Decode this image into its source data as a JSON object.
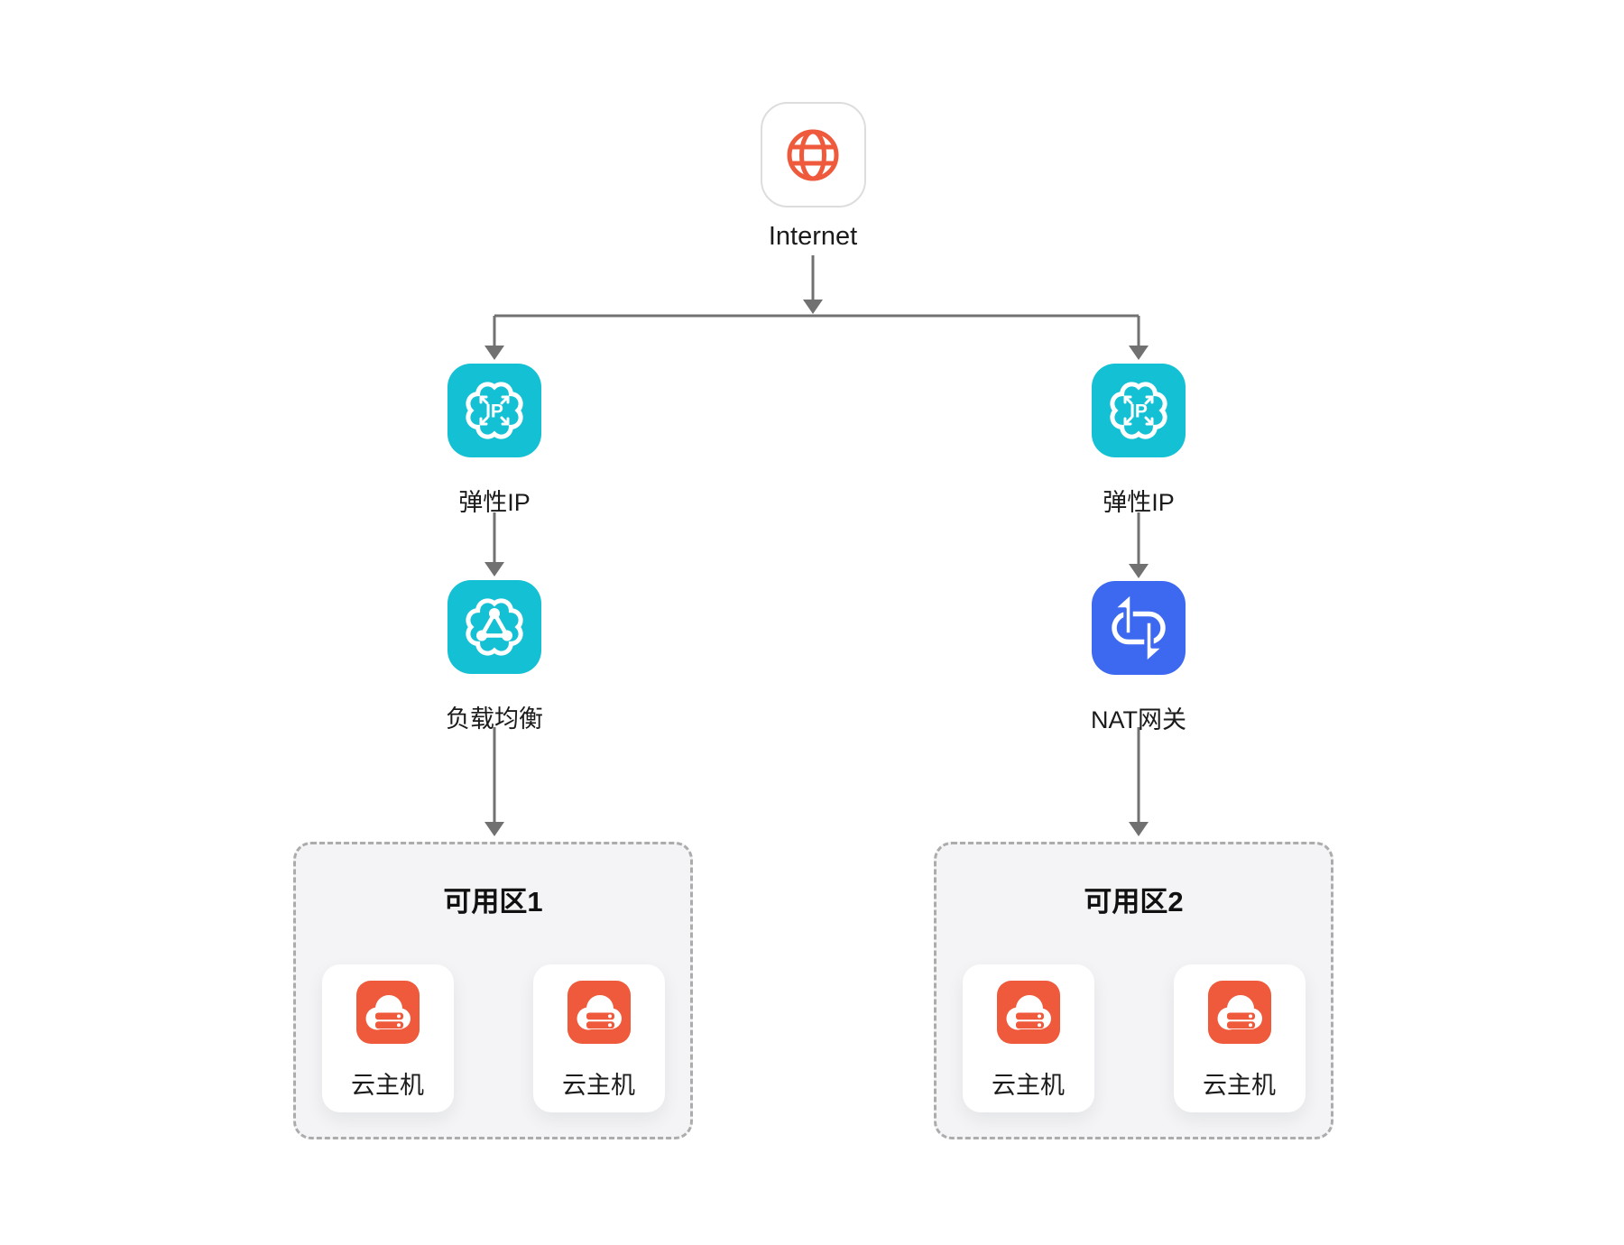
{
  "nodes": {
    "internet": {
      "label": "Internet"
    },
    "eip_left": {
      "label": "弹性IP"
    },
    "eip_right": {
      "label": "弹性IP"
    },
    "load_balancer": {
      "label": "负载均衡"
    },
    "nat_gateway": {
      "label": "NAT网关"
    }
  },
  "zones": [
    {
      "title": "可用区1",
      "hosts": [
        "云主机",
        "云主机"
      ]
    },
    {
      "title": "可用区2",
      "hosts": [
        "云主机",
        "云主机"
      ]
    }
  ],
  "edges": [
    {
      "from": "internet",
      "to": "eip_left"
    },
    {
      "from": "internet",
      "to": "eip_right"
    },
    {
      "from": "eip_left",
      "to": "load_balancer"
    },
    {
      "from": "eip_right",
      "to": "nat_gateway"
    },
    {
      "from": "load_balancer",
      "to": "zone-1"
    },
    {
      "from": "nat_gateway",
      "to": "zone-2"
    }
  ],
  "icons": {
    "internet": "globe-icon",
    "eip": "elastic-ip-icon",
    "load_balancer": "load-balancer-icon",
    "nat_gateway": "nat-gateway-icon",
    "host": "cloud-server-icon"
  },
  "colors": {
    "accent-cyan": "#14C0D4",
    "accent-blue": "#3D69F1",
    "accent-orange": "#EE5A3B",
    "line-gray": "#717171",
    "zone-bg": "#F4F4F6",
    "zone-border": "#ACACAC",
    "text": "#1B1B1B",
    "internet-border": "#DDDDDD",
    "card-bg": "#FFFFFF"
  }
}
